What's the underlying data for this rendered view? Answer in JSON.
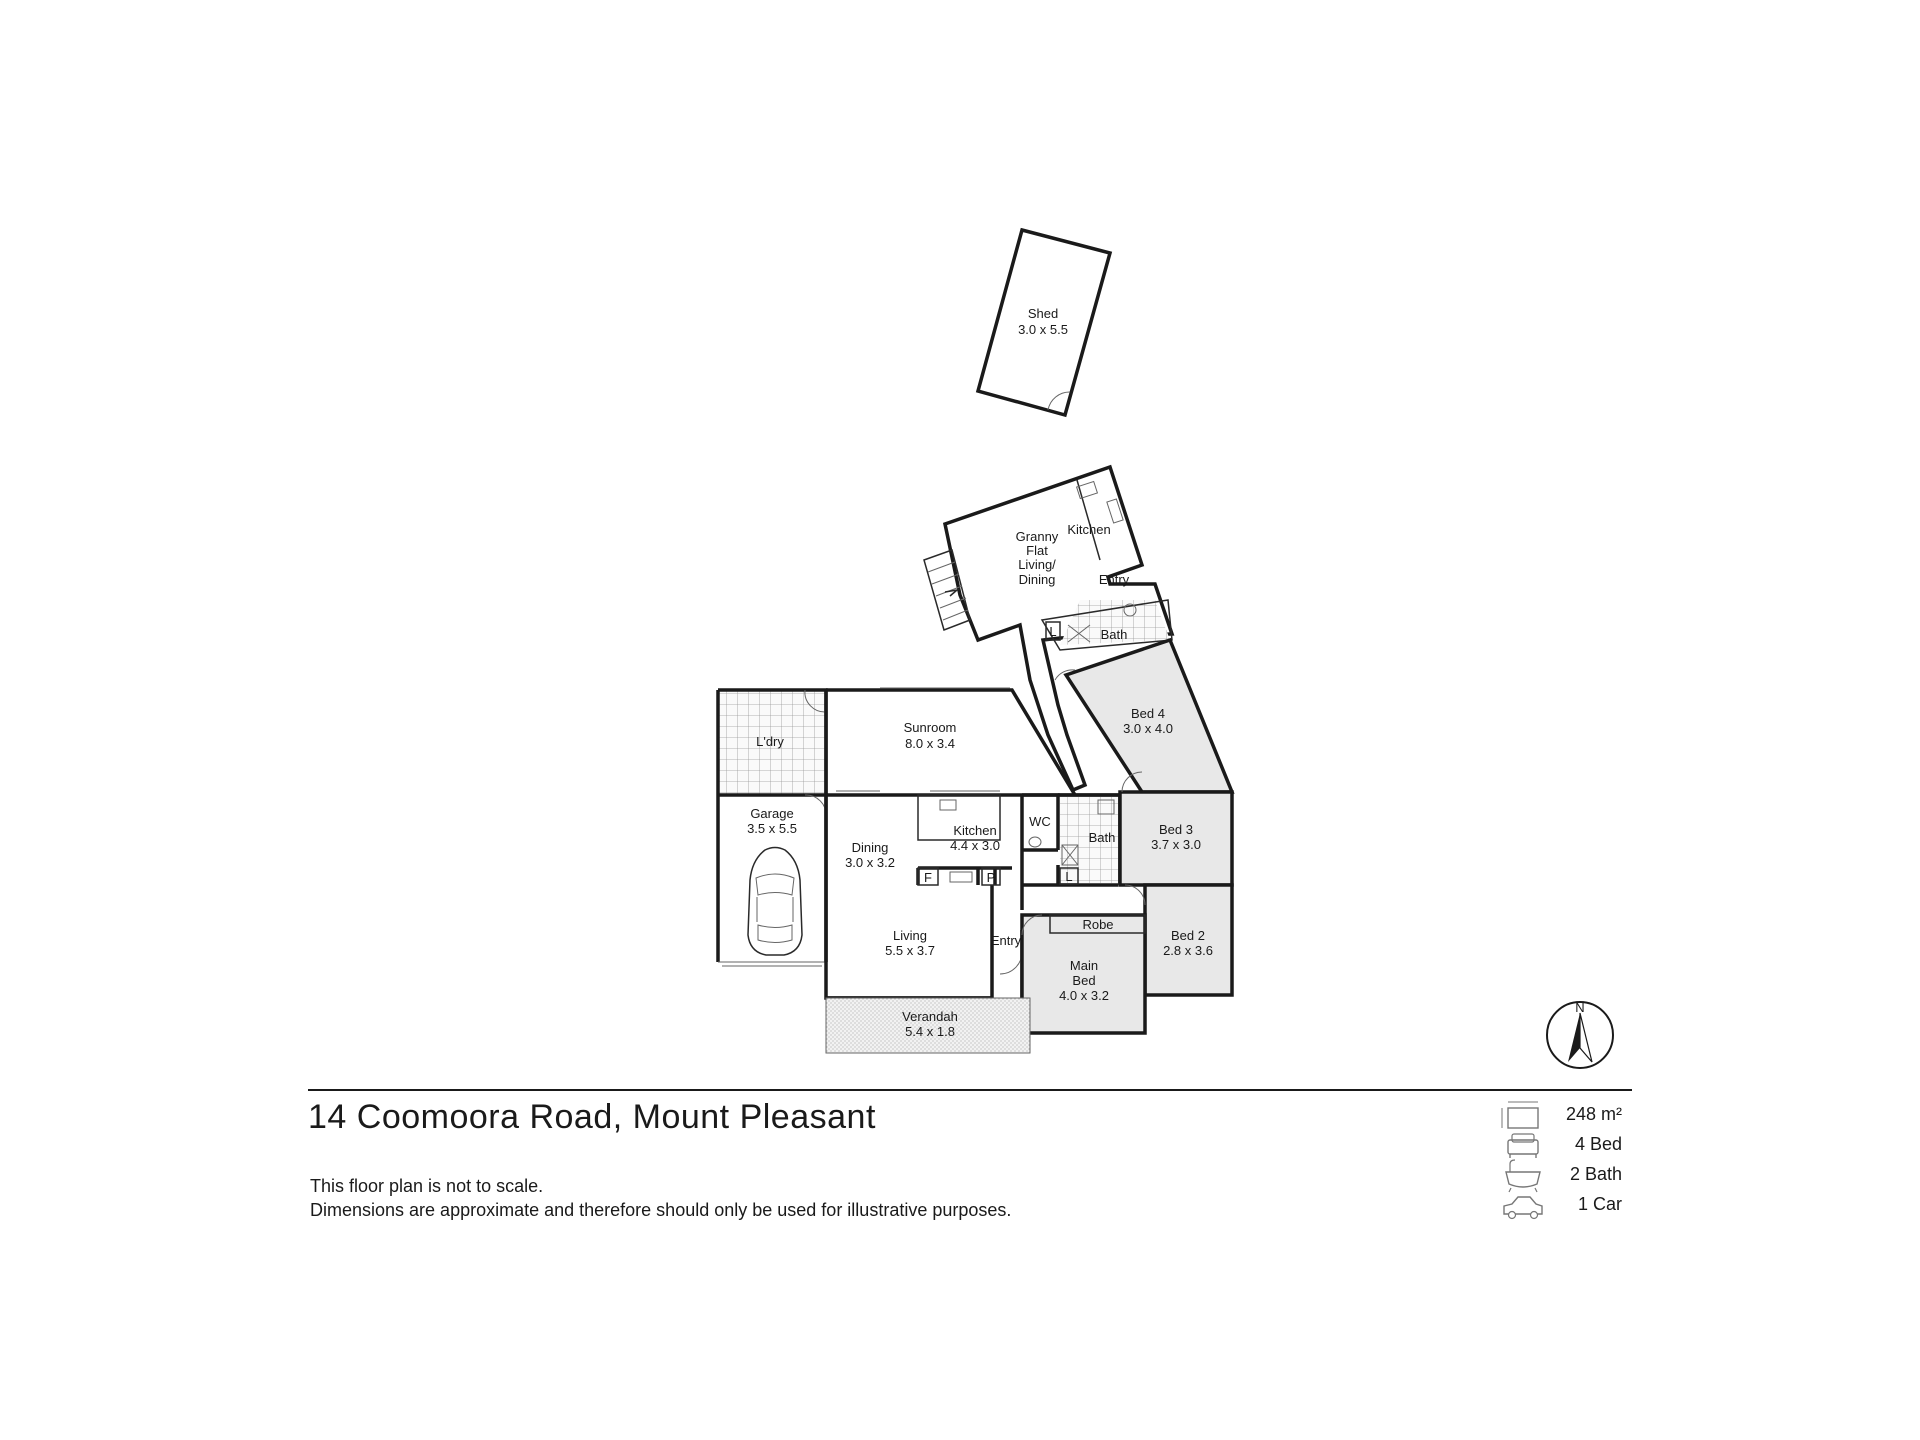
{
  "rooms": {
    "shed": {
      "name": "Shed",
      "dims": "3.0 x 5.5"
    },
    "granny_flat": {
      "line1": "Granny",
      "line2": "Flat",
      "line3": "Living/",
      "line4": "Dining"
    },
    "flat_kitchen": {
      "name": "Kitchen"
    },
    "flat_entry": {
      "name": "Entry"
    },
    "flat_bath": {
      "name": "Bath"
    },
    "flat_linen": {
      "name": "L"
    },
    "bed4": {
      "name": "Bed 4",
      "dims": "3.0 x 4.0"
    },
    "laundry": {
      "name": "L'dry"
    },
    "sunroom": {
      "name": "Sunroom",
      "dims": "8.0 x 3.4"
    },
    "garage": {
      "name": "Garage",
      "dims": "3.5 x 5.5"
    },
    "dining": {
      "name": "Dining",
      "dims": "3.0 x 3.2"
    },
    "kitchen": {
      "name": "Kitchen",
      "dims": "4.4 x 3.0"
    },
    "fridge": {
      "name": "F"
    },
    "pantry": {
      "name": "P"
    },
    "wc": {
      "name": "WC"
    },
    "bath": {
      "name": "Bath"
    },
    "linen": {
      "name": "L"
    },
    "bed3": {
      "name": "Bed 3",
      "dims": "3.7 x 3.0"
    },
    "bed2": {
      "name": "Bed 2",
      "dims": "2.8 x 3.6"
    },
    "robe": {
      "name": "Robe"
    },
    "main_bed": {
      "line1": "Main",
      "line2": "Bed",
      "dims": "4.0 x 3.2"
    },
    "living": {
      "name": "Living",
      "dims": "5.5 x 3.7"
    },
    "entry": {
      "name": "Entry"
    },
    "verandah": {
      "name": "Verandah",
      "dims": "5.4 x 1.8"
    }
  },
  "compass": {
    "letter": "N"
  },
  "footer": {
    "address": "14 Coomoora Road, Mount Pleasant",
    "note_line1": "This floor plan is not to scale.",
    "note_line2": "Dimensions are approximate and therefore should only be used for illustrative purposes."
  },
  "stats": {
    "area": "248 m²",
    "beds": "4 Bed",
    "baths": "2 Bath",
    "cars": "1 Car"
  },
  "icons": [
    "area-icon",
    "bed-icon",
    "bath-icon",
    "car-icon",
    "north-arrow-icon"
  ]
}
